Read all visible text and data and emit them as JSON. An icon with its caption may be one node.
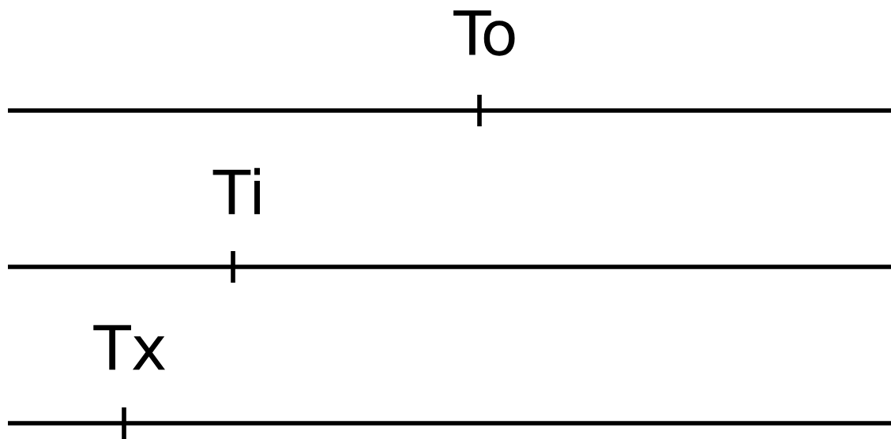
{
  "diagram": {
    "labels": [
      "To",
      "Ti",
      "Tx"
    ]
  }
}
